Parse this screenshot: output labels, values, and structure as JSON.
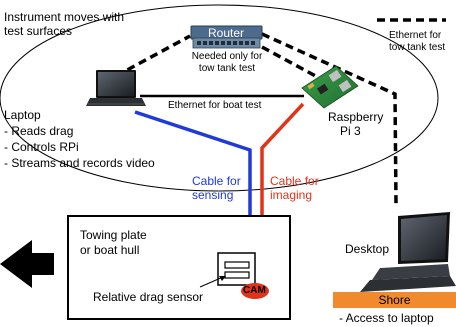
{
  "labels": {
    "instrument_moves": "Instrument moves with",
    "test_surfaces": "test surfaces",
    "router": "Router",
    "router_note_1": "Needed only for",
    "router_note_2": "tow tank test",
    "ethernet_legend_1": "Ethernet for",
    "ethernet_legend_2": "tow tank test",
    "ethernet_boat": "Ethernet for boat test",
    "raspberry_1": "Raspberry",
    "raspberry_2": "Pi 3",
    "laptop": "Laptop",
    "laptop_bullets": [
      "- Reads drag",
      "- Controls RPi",
      "- Streams and records video"
    ],
    "cable_sensing_1": "Cable for",
    "cable_sensing_2": "sensing",
    "cable_imaging_1": "Cable for",
    "cable_imaging_2": "imaging",
    "towing_plate_1": "Towing plate",
    "towing_plate_2": "or boat hull",
    "drag_sensor": "Relative drag sensor",
    "cam": "CAM",
    "desktop": "Desktop",
    "shore": "Shore",
    "access_laptop": "- Access to laptop"
  },
  "colors": {
    "sensing_cable": "#1f3ad8",
    "imaging_cable": "#e0341a",
    "shore_bar": "#f08a2c",
    "cam_fill": "#e0341a",
    "router_body": "#4d6b8c"
  },
  "icons": {
    "router": "router-icon",
    "laptop": "laptop-icon",
    "raspberry": "raspberry-pi-board-icon",
    "desktop": "desktop-laptop-icon",
    "arrow": "direction-arrow-icon"
  }
}
